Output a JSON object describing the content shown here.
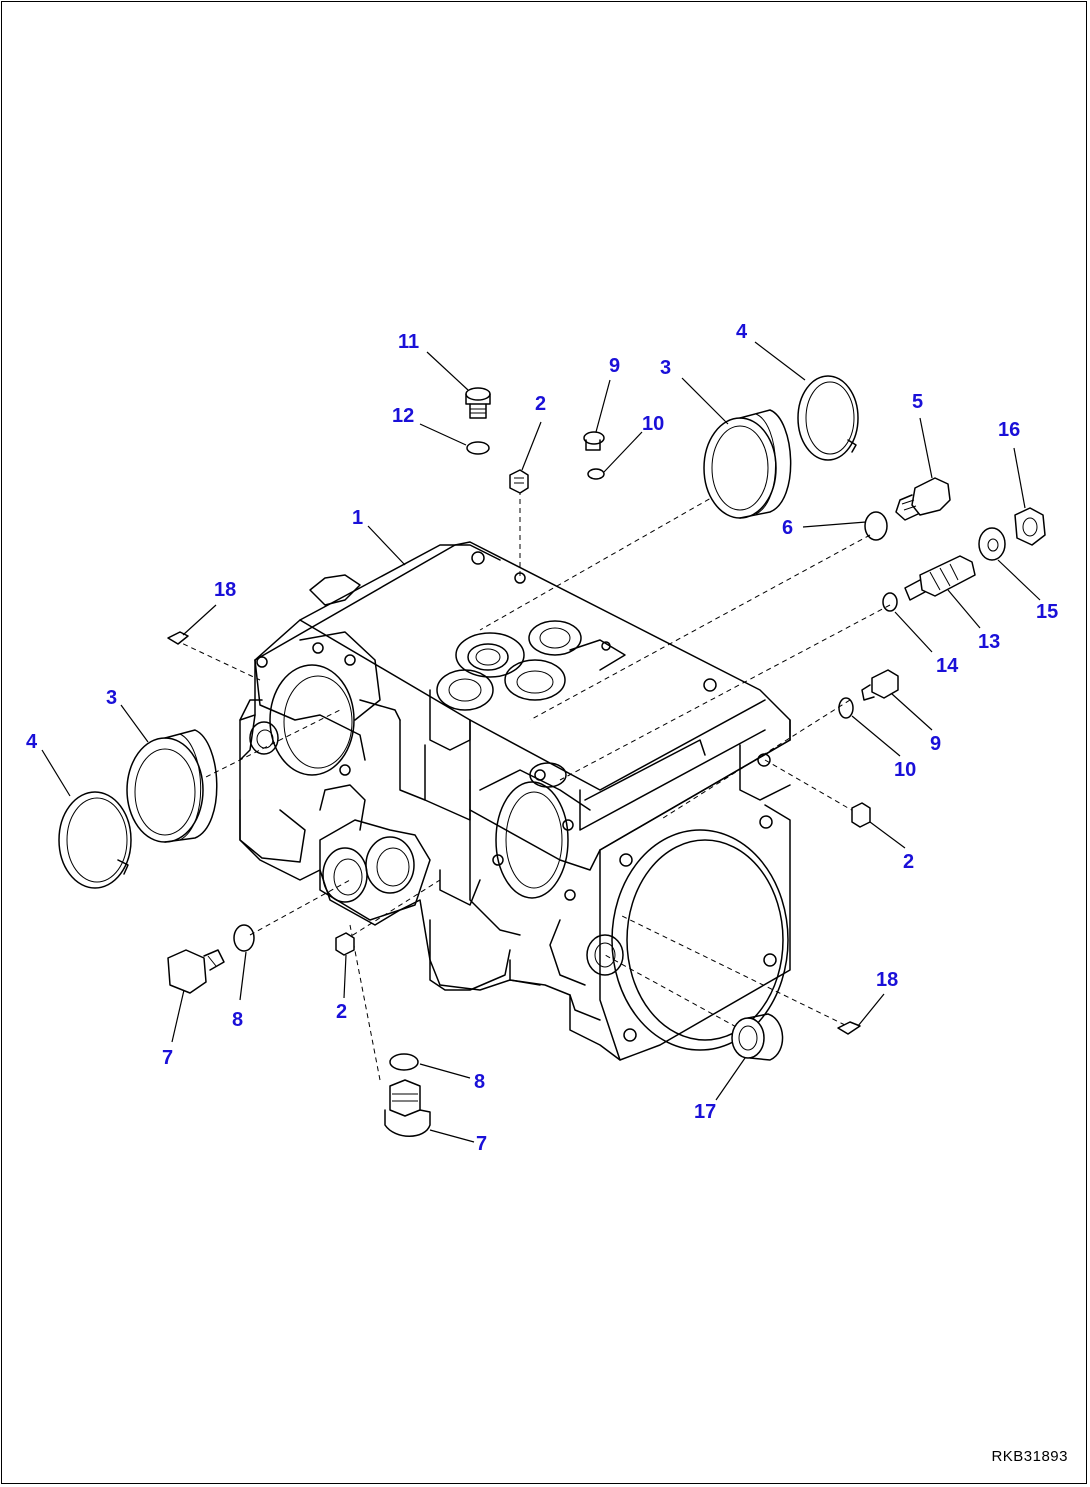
{
  "figure_id": "RKB31893",
  "callout_color": "#1a10d8",
  "callouts": [
    {
      "id": "c11",
      "label": "11"
    },
    {
      "id": "c12",
      "label": "12"
    },
    {
      "id": "c2a",
      "label": "2"
    },
    {
      "id": "c9a",
      "label": "9"
    },
    {
      "id": "c10a",
      "label": "10"
    },
    {
      "id": "c3a",
      "label": "3"
    },
    {
      "id": "c4a",
      "label": "4"
    },
    {
      "id": "c5",
      "label": "5"
    },
    {
      "id": "c16",
      "label": "16"
    },
    {
      "id": "c1",
      "label": "1"
    },
    {
      "id": "c6",
      "label": "6"
    },
    {
      "id": "c18a",
      "label": "18"
    },
    {
      "id": "c13",
      "label": "13"
    },
    {
      "id": "c15",
      "label": "15"
    },
    {
      "id": "c14",
      "label": "14"
    },
    {
      "id": "c3b",
      "label": "3"
    },
    {
      "id": "c4b",
      "label": "4"
    },
    {
      "id": "c9b",
      "label": "9"
    },
    {
      "id": "c10b",
      "label": "10"
    },
    {
      "id": "c2b",
      "label": "2"
    },
    {
      "id": "c8a",
      "label": "8"
    },
    {
      "id": "c7a",
      "label": "7"
    },
    {
      "id": "c2c",
      "label": "2"
    },
    {
      "id": "c18b",
      "label": "18"
    },
    {
      "id": "c8b",
      "label": "8"
    },
    {
      "id": "c7b",
      "label": "7"
    },
    {
      "id": "c17",
      "label": "17"
    }
  ]
}
